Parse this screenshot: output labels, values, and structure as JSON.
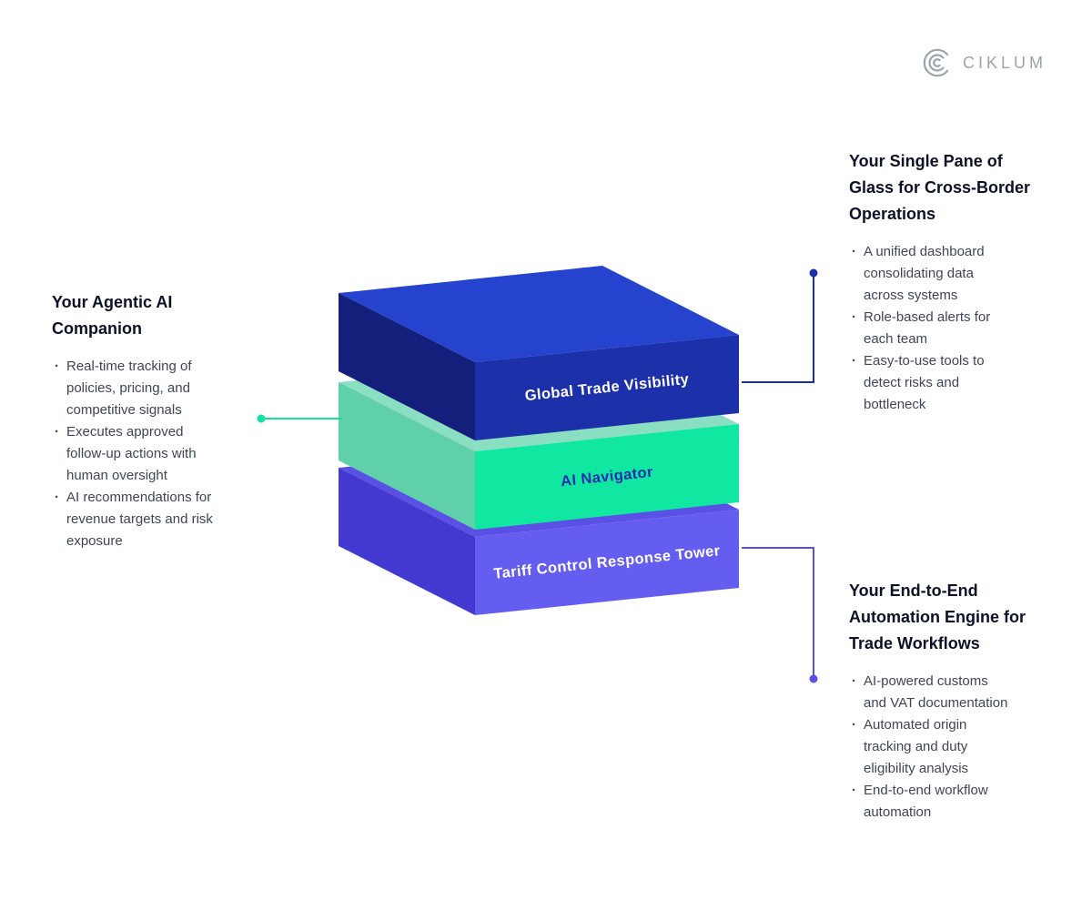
{
  "logo": {
    "text": "CIKLUM",
    "color": "#9ba3ac"
  },
  "stack": {
    "layers": [
      {
        "label": "Global Trade Visibility",
        "top_color": "#2543ce",
        "left_color": "#141f7b",
        "front_color": "#1c30aa",
        "label_color": "#ffffff"
      },
      {
        "label": "AI Navigator",
        "top_color": "#8adec2",
        "left_color": "#5fd0a9",
        "front_color": "#10e8a2",
        "label_color": "#1b2fae"
      },
      {
        "label": "Tariff Control Response Tower",
        "top_color": "#5a50e6",
        "left_color": "#4338cf",
        "front_color": "#655cf0",
        "label_color": "#ffffff"
      }
    ]
  },
  "annotations": {
    "left": {
      "title": "Your Agentic AI Companion",
      "connector_color": "#12e3a2",
      "items": [
        "Real-time tracking of policies, pricing, and competitive signals",
        "Executes approved follow-up actions with human oversight",
        "AI recommendations for revenue targets and risk exposure"
      ]
    },
    "top_right": {
      "title": "Your Single Pane of Glass for Cross-Border Operations",
      "connector_color": "#1b2fae",
      "items": [
        "A unified dashboard consolidating data across systems",
        "Role-based alerts for each team",
        "Easy-to-use tools to detect risks and bottleneck"
      ]
    },
    "bottom_right": {
      "title": "Your End-to-End Automation Engine for Trade Workflows",
      "connector_color": "#5a50e6",
      "items": [
        "AI-powered customs and VAT documentation",
        "Automated origin tracking and duty eligibility analysis",
        "End-to-end workflow automation"
      ]
    }
  }
}
